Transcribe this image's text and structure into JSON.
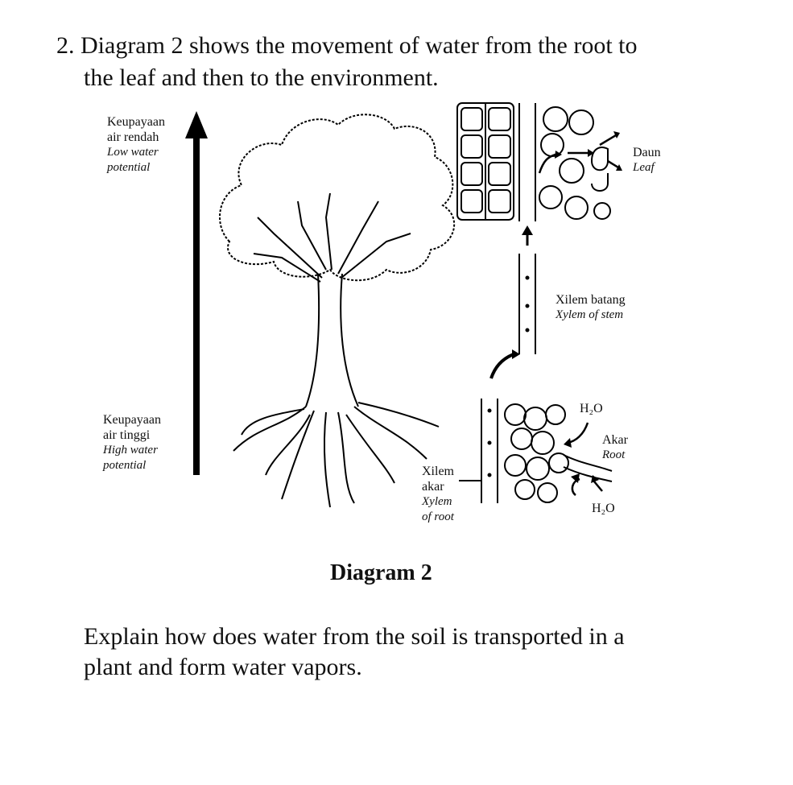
{
  "question": {
    "line1": "2. Diagram 2 shows the movement of water from the root to",
    "line2": "the leaf and then to the environment."
  },
  "arrow_labels": {
    "top": {
      "ms": [
        "Keupayaan",
        "air rendah"
      ],
      "en": [
        "Low water",
        "potential"
      ]
    },
    "bottom": {
      "ms": [
        "Keupayaan",
        "air tinggi"
      ],
      "en": [
        "High water",
        "potential"
      ]
    }
  },
  "labels": {
    "daun": "Daun",
    "leaf": "Leaf",
    "xilem_batang": "Xilem batang",
    "xylem_of_stem": "Xylem of stem",
    "h2o_top": "H₂O",
    "akar": "Akar",
    "root": "Root",
    "h2o_bottom": "H₂O",
    "xilem": "Xilem",
    "akar2": "akar",
    "xylem": "Xylem",
    "of_root": "of root"
  },
  "caption": "Diagram 2",
  "explain": {
    "line1": "Explain how does water from the soil is transported in a",
    "line2": "plant and form water vapors."
  }
}
